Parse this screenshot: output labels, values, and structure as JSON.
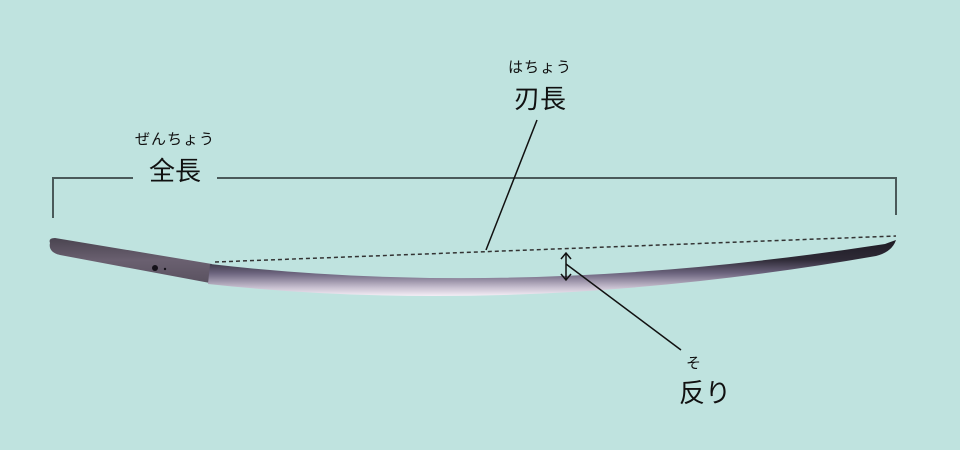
{
  "diagram": {
    "subject": "Japanese sword (katana) measurement diagram",
    "colors": {
      "background": "#bfe3df",
      "bracket": "#4a5a5a",
      "line": "#111111",
      "blade_dark": "#2a2630",
      "blade_edge": "#f0eaf2"
    },
    "labels": {
      "total_length": {
        "ruby": "ぜんちょう",
        "text": "全長"
      },
      "blade_length": {
        "ruby": "はちょう",
        "text": "刃長"
      },
      "curvature": {
        "ruby": "そ",
        "text": "反り"
      }
    }
  }
}
